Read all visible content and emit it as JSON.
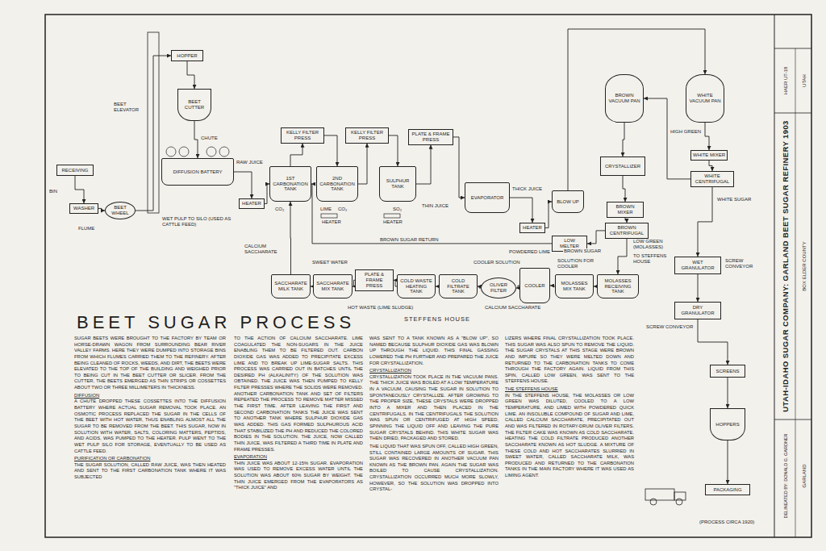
{
  "diagram": {
    "title": "BEET SUGAR PROCESS",
    "nodes": [
      {
        "text": [
          "RECEIVING"
        ]
      },
      {
        "text": [
          "WASHER"
        ]
      },
      {
        "text": [
          "BEET WHEEL"
        ]
      },
      {
        "text": [
          "HOPPER"
        ]
      },
      {
        "text": [
          "BEET CUTTER"
        ]
      },
      {
        "text": [
          "DIFFUSION BATTERY"
        ]
      },
      {
        "text": [
          "HEATER"
        ]
      },
      {
        "text": [
          "1ST CARBONATION TANK"
        ]
      },
      {
        "text": [
          "KELLY FILTER PRESS"
        ]
      },
      {
        "text": [
          "2ND CARBONATION TANK"
        ]
      },
      {
        "text": [
          "KELLY FILTER PRESS"
        ]
      },
      {
        "text": [
          "SULPHUR TANK"
        ]
      },
      {
        "text": [
          "PLATE & FRAME PRESS"
        ]
      },
      {
        "text": [
          "EVAPORATOR"
        ]
      },
      {
        "text": [
          "HEATER"
        ]
      },
      {
        "text": [
          "BLOW UP"
        ]
      },
      {
        "text": [
          "BROWN VACUUM PAN"
        ]
      },
      {
        "text": [
          "WHITE VACUUM PAN"
        ]
      },
      {
        "text": [
          "CRYSTALLIZER"
        ]
      },
      {
        "text": [
          "WHITE MIXER"
        ]
      },
      {
        "text": [
          "WHITE CENTRIFUGAL"
        ]
      },
      {
        "text": [
          "BROWN MIXER"
        ]
      },
      {
        "text": [
          "BROWN CENTRIFUGAL"
        ]
      },
      {
        "text": [
          "LOW MELTER"
        ]
      },
      {
        "text": [
          "WET GRANULATOR"
        ]
      },
      {
        "text": [
          "DRY GRANULATOR"
        ]
      },
      {
        "text": [
          "SCREENS"
        ]
      },
      {
        "text": [
          "HOPPERS"
        ]
      },
      {
        "text": [
          "PACKAGING"
        ]
      },
      {
        "text": [
          "SACCHARATE MILK TANK"
        ]
      },
      {
        "text": [
          "SACCHARATE MIX TANK"
        ]
      },
      {
        "text": [
          "PLATE & FRAME PRESS"
        ]
      },
      {
        "text": [
          "COLD WASTE HEATING TANK"
        ]
      },
      {
        "text": [
          "COLD FILTRATE TANK"
        ]
      },
      {
        "text": [
          "OLIVER FILTER"
        ]
      },
      {
        "text": [
          "COOLER"
        ]
      },
      {
        "text": [
          "MOLASSES MIX TANK"
        ]
      },
      {
        "text": [
          "MOLASSES RECEIVING TANK"
        ]
      }
    ],
    "edges": [
      {
        "from": 0,
        "to": 1,
        "arrow": "to"
      },
      {
        "from": 1,
        "to": 2,
        "arrow": "to"
      },
      {
        "from": 2,
        "to": 3,
        "arrow": "to"
      },
      {
        "from": 3,
        "to": 4,
        "arrow": "to"
      },
      {
        "from": 4,
        "to": 5,
        "label": "CHUTE",
        "arrow": "to"
      },
      {
        "from": 5,
        "to": 6,
        "label": "RAW JUICE",
        "arrow": "to"
      },
      {
        "from": 6,
        "to": 7,
        "arrow": "to"
      },
      {
        "from": 7,
        "to": 8,
        "arrow": "to"
      },
      {
        "from": 8,
        "to": 9,
        "arrow": "to"
      },
      {
        "from": 9,
        "to": 10,
        "arrow": "to"
      },
      {
        "from": 10,
        "to": 11,
        "arrow": "to"
      },
      {
        "from": 11,
        "to": 12,
        "arrow": "to"
      },
      {
        "from": 12,
        "to": 13,
        "label": "THIN JUICE",
        "arrow": "to"
      },
      {
        "from": 13,
        "to": 14,
        "label": "THICK JUICE",
        "arrow": "to"
      },
      {
        "from": 14,
        "to": 15,
        "arrow": "to"
      },
      {
        "from": 15,
        "to": 17,
        "arrow": "to"
      },
      {
        "from": 17,
        "to": 19,
        "arrow": "to"
      },
      {
        "from": 19,
        "to": 20,
        "arrow": "to"
      },
      {
        "from": 20,
        "to": 16,
        "label": "HIGH GREEN",
        "arrow": "to"
      },
      {
        "from": 16,
        "to": 18,
        "arrow": "to"
      },
      {
        "from": 18,
        "to": 21,
        "arrow": "to"
      },
      {
        "from": 21,
        "to": 22,
        "arrow": "to"
      },
      {
        "from": 22,
        "to": 23,
        "label": "BROWN SUGAR",
        "arrow": "to"
      },
      {
        "from": 23,
        "to": 7,
        "label": "BROWN SUGAR RETURN",
        "arrow": "to"
      },
      {
        "from": 29,
        "to": 7,
        "label": "CALCIUM SACCHARATE",
        "arrow": "to"
      },
      {
        "from": 22,
        "to": 37,
        "label": "LOW GREEN (MOLASSES)",
        "arrow": "to"
      },
      {
        "from": 37,
        "to": 36,
        "arrow": "to"
      },
      {
        "from": 36,
        "to": 35,
        "arrow": "to"
      },
      {
        "from": 35,
        "to": 34,
        "arrow": "to"
      },
      {
        "from": 34,
        "to": 33,
        "arrow": "to"
      },
      {
        "from": 33,
        "to": 32,
        "arrow": "to"
      },
      {
        "from": 32,
        "to": 31,
        "arrow": "to"
      },
      {
        "from": 31,
        "to": 30,
        "arrow": "to"
      },
      {
        "from": 30,
        "to": 29,
        "arrow": "to"
      },
      {
        "from": 20,
        "to": 24,
        "label": "WHITE SUGAR",
        "arrow": "to"
      },
      {
        "from": 24,
        "to": 25,
        "arrow": "to"
      },
      {
        "from": 25,
        "to": 26,
        "arrow": "to"
      },
      {
        "from": 26,
        "to": 27,
        "arrow": "to"
      },
      {
        "from": 27,
        "to": 28,
        "arrow": "to"
      }
    ],
    "labels": [
      "BIN",
      "FLUME",
      "BEET ELEVATOR",
      "WET PULP TO SILO (USED AS CATTLE FEED)",
      "CO₂",
      "LIME",
      "CO₂",
      "HEATER",
      "SO₂",
      "HEATER",
      "SWEET WATER",
      "HOT WASTE (LIME SLUDGE)",
      "COOLER SOLUTION",
      "POWDERED LIME",
      "SOLUTION FOR COOLER",
      "TO STEFFENS HOUSE",
      "CALCIUM SACCHARATE",
      "STEFFENS HOUSE",
      "SCREW CONVEYOR",
      "SCREW CONVEYOR",
      "(PROCESS CIRCA 1920)",
      "UTAH-IDAHO SUGAR COMPANY: GARLAND BEET SUGAR REFINERY 1903",
      "BOX ELDER COUNTY",
      "GARLAND",
      "UTAH",
      "HAER UT-18",
      "DELINEATED BY: DONALD G. GARDNER",
      "SUGAR BEETS WERE BROUGHT TO THE FACTORY BY TEAM OR HORSE-DRAWN WAGON FROM SURROUNDING BEAR RIVER VALLEY FARMS. HERE THEY WERE DUMPED INTO STORAGE BINS FROM WHICH FLUMES CARRIED THEM TO THE REFINERY. AFTER BEING CLEANED OF ROCKS, WEEDS, AND DIRT, THE BEETS WERE ELEVATED TO THE TOP OF THE BUILDING AND WEIGHED PRIOR TO BEING CUT IN THE BEET CUTTER OR SLICER. FROM THE CUTTER, THE BEETS EMERGED AS THIN STRIPS OR COSSETTES ABOUT TWO OR THREE MILLIMETERS IN THICKNESS.",
      "DIFFUSION",
      "A CHUTE DROPPED THESE COSSETTES INTO THE DIFFUSION BATTERY WHERE ACTUAL SUGAR REMOVAL TOOK PLACE. AN OSMOTIC PROCESS REPLACED THE SUGAR IN THE CELLS OF THE BEET WITH HOT WATER, THUS ENABLING ALMOST ALL THE SUGAR TO BE REMOVED FROM THE BEET. THIS SUGAR, NOW IN SOLUTION WITH WATER, SALTS, COLORING MATTERS, PEPTIDS, AND ACIDS, WAS PUMPED TO THE HEATER. PULP WENT TO THE WET PULP SILO FOR STORAGE, EVENTUALLY TO BE USED AS CATTLE FEED.",
      "PURIFICATION OR CARBONATION",
      "THE SUGAR SOLUTION, CALLED RAW JUICE, WAS THEN HEATED AND SENT TO THE FIRST CARBONATION TANK WHERE IT WAS SUBJECTED",
      "TO THE ACTION OF CALCIUM SACCHARATE. LIME COAGULATED THE NON-SUGARS IN THE JUICE ENABLING THEM TO BE FILTERED OUT. CARBON DIOXIDE GAS WAS ADDED TO PRECIPITATE EXCESS LIME AND TO BREAK UP LIME-SUGAR SALTS. THIS PROCESS WAS CARRIED OUT IN BATCHES UNTIL THE DESIRED PH (ALKALINITY) OF THE SOLUTION WAS OBTAINED. THE JUICE WAS THEN PUMPED TO KELLY FILTER PRESSES WHERE THE SOLIDS WERE REMOVED. ANOTHER CARBONATION TANK AND SET OF FILTERS REPEATED THE PROCESS TO REMOVE MATTER MISSED THE FIRST TIME. AFTER LEAVING THE FIRST AND SECOND CARBONATION TANKS THE JUICE WAS SENT TO ANOTHER TANK WHERE SULPHUR DIOXIDE GAS WAS ADDED. THIS GAS FORMED SULPHUROUS ACID THAT STABILIZED THE PH AND REDUCED THE COLORED BODIES IN THE SOLUTION. THE JUICE, NOW CALLED THIN JUICE, WAS FILTERED A THIRD TIME IN PLATE AND FRAME PRESSES.",
      "EVAPORATION",
      "THIN JUICE WAS ABOUT 12-15% SUGAR. EVAPORATION WAS USED TO REMOVE EXCESS WATER UNTIL THE SOLUTION WAS ABOUT 60% SUGAR BY WEIGHT. THE THIN JUICE EMERGED FROM THE EVAPORATORS AS \"THICK JUICE\" AND",
      "WAS SENT TO A TANK KNOWN AS A \"BLOW UP\", SO NAMED BECAUSE SULPHUR DIOXIDE GAS WAS BLOWN UP THROUGH THE LIQUID. THIS FINAL GASSING LOWERED THE PH FURTHER AND PREPARED THE JUICE FOR CRYSTALLIZATION.",
      "CRYSTALLIZATION",
      "CRYSTALLIZATION TOOK PLACE IN THE VACUUM PANS. THE THICK JUICE WAS BOILED AT A LOW TEMPERATURE IN A VACUUM, CAUSING THE SUGAR IN SOLUTION TO SPONTANEOUSLY CRYSTALLIZE. AFTER GROWING TO THE PROPER SIZE, THESE CRYSTALS WERE DROPPED INTO A MIXER AND THEN PLACED IN THE CENTRIFUGALS. IN THE CENTRIFUGALS THE SOLUTION WAS SPUN OR CENTRIFUGED AT HIGH SPEED, SPINNING THE LIQUID OFF AND LEAVING THE PURE SUGAR CRYSTALS BEHIND. THIS WHITE SUGAR WAS THEN DRIED, PACKAGED AND STORED.",
      "THE LIQUID THAT WAS SPUN OFF, CALLED HIGH GREEN, STILL CONTAINED LARGE AMOUNTS OF SUGAR. THIS SUGAR WAS RECOVERED IN ANOTHER VACUUM PAN KNOWN AS THE BROWN PAN. AGAIN THE SUGAR WAS BOILED TO CAUSE CRYSTALLIZATION. CRYSTALLIZATION OCCURRED MUCH MORE SLOWLY, HOWEVER, SO THE SOLUTION WAS DROPPED INTO CRYSTAL-",
      "LIZERS WHERE FINAL CRYSTALLIZATION TOOK PLACE. THIS SUGAR WAS ALSO SPUN TO REMOVE THE LIQUID. THE SUGAR CRYSTALS AT THIS STAGE WERE BROWN AND IMPURE SO THEY WERE MELTED DOWN AND RETURNED TO THE CARBONATION TANKS TO COME THROUGH THE FACTORY AGAIN. LIQUID FROM THIS SPIN, CALLED LOW GREEN, WAS SENT TO THE STEFFENS HOUSE.",
      "THE STEFFENS HOUSE",
      "IN THE STEFFENS HOUSE, THE MOLASSES OR LOW GREEN WAS DILUTED, COOLED TO A LOW TEMPERATURE, AND LIMED WITH POWDERED QUICK LIME. AN INSOLUBLE COMPOUND OF SUGAR AND LIME, CALLED CALCIUM SACCHARATE, PRECIPITATED OUT AND WAS FILTERED IN ROTARY-DRUM OLIVER FILTERS. THE FILTER CAKE WAS KNOWN AS COLD SACCHARATE. HEATING THE COLD FILTRATE PRODUCED ANOTHER SACCHARATE KNOWN AS HOT SLUDGE. A MIXTURE OF THESE COLD AND HOT SACCHARATES SLURRIED IN SWEET WATER, CALLED SACCHARATE MILK, WAS PRODUCED AND RETURNED TO THE CARBONATION TANKS IN THE MAIN FACTORY WHERE IT WAS USED AS LIMING AGENT."
    ]
  }
}
